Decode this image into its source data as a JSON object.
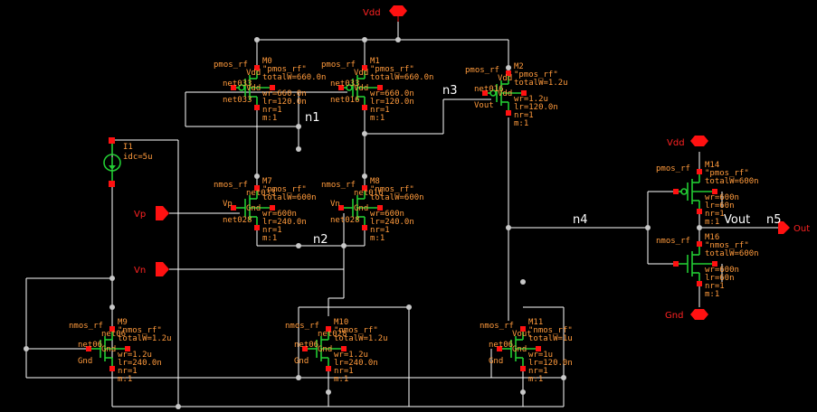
{
  "ports": {
    "vdd_top": "Vdd",
    "vp": "Vp",
    "vn": "Vn",
    "vdd_right": "Vdd",
    "gnd_right": "Gnd",
    "out": "Out"
  },
  "nets": {
    "n1": "n1",
    "n2": "n2",
    "n3": "n3",
    "n4": "n4",
    "n5": "n5",
    "vout": "Vout"
  },
  "source": {
    "name": "I1",
    "value": "idc=5u"
  },
  "transistors": [
    {
      "id": "M0",
      "type": "pmos_rf",
      "model": "\"pmos_rf\"",
      "total": "totalW=660.0n",
      "d": "Vdd",
      "g": "net033",
      "s": "Vdd",
      "b": "net033",
      "wr": "wr=660.0n",
      "lr": "lr=120.0n",
      "nr": "nr=1",
      "m": "m:1"
    },
    {
      "id": "M1",
      "type": "pmos_rf",
      "model": "\"pmos_rf\"",
      "total": "totalW=660.0n",
      "d": "Vdd",
      "g": "net033",
      "s": "Vdd",
      "b": "net016",
      "wr": "wr=660.0n",
      "lr": "lr=120.0n",
      "nr": "nr=1",
      "m": "m:1"
    },
    {
      "id": "M2",
      "type": "pmos_rf",
      "model": "\"pmos_rf\"",
      "total": "totalW=1.2u",
      "d": "Vdd",
      "g": "net016",
      "s": "Vdd",
      "b": "Vout",
      "wr": "wr=1.2u",
      "lr": "lr=120.0n",
      "nr": "nr=1",
      "m": "m:1"
    },
    {
      "id": "M7",
      "type": "nmos_rf",
      "model": "\"nmos_rf\"",
      "total": "totalW=600n",
      "d": "net033",
      "g": "Vp",
      "s": "Gnd",
      "b": "net028",
      "wr": "wr=600n",
      "lr": "lr=240.0n",
      "nr": "nr=1",
      "m": "m:1"
    },
    {
      "id": "M8",
      "type": "nmos_rf",
      "model": "\"nmos_rf\"",
      "total": "totalW=600n",
      "d": "net016",
      "g": "Vn",
      "s": "Gnd",
      "b": "net028",
      "wr": "wr=600n",
      "lr": "lr=240.0n",
      "nr": "nr=1",
      "m": "m:1"
    },
    {
      "id": "M9",
      "type": "nmos_rf",
      "model": "\"nmos_rf\"",
      "total": "totalW=1.2u",
      "d": "net06",
      "g": "net06",
      "s": "Gnd",
      "b": "Gnd",
      "wr": "wr=1.2u",
      "lr": "lr=240.0n",
      "nr": "nr=1",
      "m": "m:1"
    },
    {
      "id": "M10",
      "type": "nmos_rf",
      "model": "\"nmos_rf\"",
      "total": "totalW=1.2u",
      "d": "net028",
      "g": "net06",
      "s": "Gnd",
      "b": "Gnd",
      "wr": "wr=1.2u",
      "lr": "lr=240.0n",
      "nr": "nr=1",
      "m": "m:1"
    },
    {
      "id": "M11",
      "type": "nmos_rf",
      "model": "\"nmos_rf\"",
      "total": "totalW=1u",
      "d": "Vout",
      "g": "net06",
      "s": "Gnd",
      "b": "Gnd",
      "wr": "wr=1u",
      "lr": "lr=120.0n",
      "nr": "nr=1",
      "m": "m:1"
    },
    {
      "id": "M14",
      "type": "pmos_rf",
      "model": "\"pmos_rf\"",
      "total": "totalW=600n",
      "wr": "wr=600n",
      "lr": "lr=60n",
      "nr": "nr=1",
      "m": "m:1"
    },
    {
      "id": "M16",
      "type": "nmos_rf",
      "model": "\"nmos_rf\"",
      "total": "totalW=600n",
      "wr": "wr=600n",
      "lr": "lr=60n",
      "nr": "nr=1",
      "m": "m:1"
    }
  ],
  "colors": {
    "wire": "#ffffff",
    "device": "#22cc33",
    "pin": "#ff1111",
    "label": "#ff9a3c",
    "dot": "#c8c8c8"
  }
}
